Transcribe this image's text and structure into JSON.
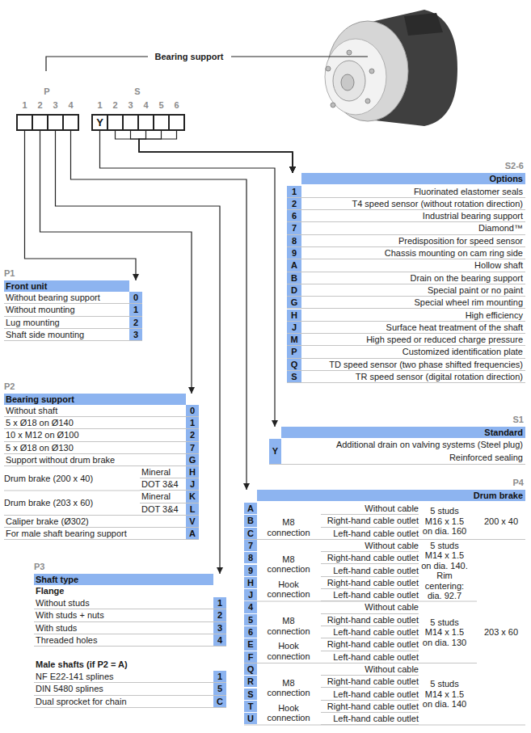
{
  "diagram": {
    "nodes": [
      {
        "text": [
          "1"
        ]
      },
      {
        "text": [
          "2"
        ]
      },
      {
        "text": [
          "3"
        ]
      },
      {
        "text": [
          "4"
        ]
      },
      {
        "text": [
          "1",
          "Y"
        ]
      },
      {
        "text": [
          "2"
        ]
      },
      {
        "text": [
          "3"
        ]
      },
      {
        "text": [
          "4"
        ]
      },
      {
        "text": [
          "5"
        ]
      },
      {
        "text": [
          "6"
        ]
      },
      {
        "text": [
          "S2-6",
          "Options"
        ]
      },
      {
        "text": [
          "1",
          "Fluorinated elastomer seals"
        ],
        "in": 10
      },
      {
        "text": [
          "2",
          "T4 speed sensor (without rotation direction)"
        ],
        "in": 10
      },
      {
        "text": [
          "6",
          "Industrial bearing support"
        ],
        "in": 10
      },
      {
        "text": [
          "7",
          "Diamond™"
        ],
        "in": 10
      },
      {
        "text": [
          "8",
          "Predisposition for speed sensor"
        ],
        "in": 10
      },
      {
        "text": [
          "9",
          "Chassis mounting on cam ring side"
        ],
        "in": 10
      },
      {
        "text": [
          "A",
          "Hollow shaft"
        ],
        "in": 10
      },
      {
        "text": [
          "B",
          "Drain on the bearing support"
        ],
        "in": 10
      },
      {
        "text": [
          "D",
          "Special paint or no paint"
        ],
        "in": 10
      },
      {
        "text": [
          "G",
          "Special wheel rim mounting"
        ],
        "in": 10
      },
      {
        "text": [
          "H",
          "High efficiency"
        ],
        "in": 10
      },
      {
        "text": [
          "J",
          "Surface heat treatment of the shaft"
        ],
        "in": 10
      },
      {
        "text": [
          "M",
          "High speed or reduced charge pressure"
        ],
        "in": 10
      },
      {
        "text": [
          "P",
          "Customized identification plate"
        ],
        "in": 10
      },
      {
        "text": [
          "Q",
          "TD speed sensor (two phase shifted frequencies)"
        ],
        "in": 10
      },
      {
        "text": [
          "S",
          "TR speed sensor (digital rotation direction)"
        ],
        "in": 10
      },
      {
        "text": [
          "P1",
          "Front unit"
        ]
      },
      {
        "text": [
          "Without bearing support",
          "0"
        ],
        "in": 27
      },
      {
        "text": [
          "Without mounting",
          "1"
        ],
        "in": 27
      },
      {
        "text": [
          "Lug mounting",
          "2"
        ],
        "in": 27
      },
      {
        "text": [
          "Shaft side mounting",
          "3"
        ],
        "in": 27
      },
      {
        "text": [
          "P2",
          "Bearing support"
        ]
      },
      {
        "text": [
          "Without shaft",
          "0"
        ],
        "in": 32
      },
      {
        "text": [
          "5 x Ø18 on Ø140",
          "1"
        ],
        "in": 32
      },
      {
        "text": [
          "10 x M12 on Ø100",
          "2"
        ],
        "in": 32
      },
      {
        "text": [
          "5 x Ø18 on Ø130",
          "7"
        ],
        "in": 32
      },
      {
        "text": [
          "Support without drum brake",
          "G"
        ],
        "in": 32
      },
      {
        "text": [
          "Mineral",
          "H"
        ],
        "in": 32
      },
      {
        "text": [
          "DOT 3&4",
          "J"
        ],
        "in": 32
      },
      {
        "text": [
          "Mineral",
          "K"
        ],
        "in": 32
      },
      {
        "text": [
          "DOT 3&4",
          "L"
        ],
        "in": 32
      },
      {
        "text": [
          "Caliper brake (Ø302)",
          "V"
        ],
        "in": 32
      },
      {
        "text": [
          "For male shaft bearing support",
          "A"
        ],
        "in": 32
      },
      {
        "text": [
          "S1",
          "Standard"
        ]
      },
      {
        "text": [
          "Y",
          "Additional drain on valving systems (Steel plug)",
          "Reinforced sealing"
        ],
        "in": 44
      },
      {
        "text": [
          "P4",
          "Drum brake"
        ]
      },
      {
        "text": [
          "A",
          "Without cable"
        ],
        "in": 46
      },
      {
        "text": [
          "B",
          "Right-hand cable outlet"
        ],
        "in": 46
      },
      {
        "text": [
          "C",
          "Left-hand cable outlet"
        ],
        "in": 46
      },
      {
        "text": [
          "7",
          "Without cable"
        ],
        "in": 46
      },
      {
        "text": [
          "8",
          "Right-hand cable outlet"
        ],
        "in": 46
      },
      {
        "text": [
          "9",
          "Left-hand cable outlet"
        ],
        "in": 46
      },
      {
        "text": [
          "H",
          "Right-hand cable outlet"
        ],
        "in": 46
      },
      {
        "text": [
          "J",
          "Left-hand cable outlet"
        ],
        "in": 46
      },
      {
        "text": [
          "4",
          "Without cable"
        ],
        "in": 46
      },
      {
        "text": [
          "5",
          "Right-hand cable outlet"
        ],
        "in": 46
      },
      {
        "text": [
          "6",
          "Left-hand cable outlet"
        ],
        "in": 46
      },
      {
        "text": [
          "E",
          "Right-hand cable outlet"
        ],
        "in": 46
      },
      {
        "text": [
          "F",
          "Left-hand cable outlet"
        ],
        "in": 46
      },
      {
        "text": [
          "Q",
          "Without cable"
        ],
        "in": 46
      },
      {
        "text": [
          "R",
          "Right-hand cable outlet"
        ],
        "in": 46
      },
      {
        "text": [
          "S",
          "Left-hand cable outlet"
        ],
        "in": 46
      },
      {
        "text": [
          "T",
          "Right-hand cable outlet"
        ],
        "in": 46
      },
      {
        "text": [
          "U",
          "Left-hand cable outlet"
        ],
        "in": 46
      },
      {
        "text": [
          "P3",
          "Shaft type"
        ]
      },
      {
        "text": [
          "Without studs",
          "1"
        ],
        "in": 65
      },
      {
        "text": [
          "With studs + nuts",
          "2"
        ],
        "in": 65
      },
      {
        "text": [
          "With studs",
          "3"
        ],
        "in": 65
      },
      {
        "text": [
          "Threaded holes",
          "4"
        ],
        "in": 65
      },
      {
        "text": [
          "NF E22-141 splines",
          "1"
        ],
        "in": 65
      },
      {
        "text": [
          "DIN 5480 splines",
          "5"
        ],
        "in": 65
      },
      {
        "text": [
          "Dual sprocket for chain",
          "C"
        ],
        "in": 65
      }
    ],
    "edges": [
      {
        "from": 0,
        "to": 27,
        "arrow": "to"
      },
      {
        "from": 1,
        "to": 32,
        "arrow": "to"
      },
      {
        "from": 2,
        "to": 65,
        "arrow": "to"
      },
      {
        "from": 3,
        "to": 46,
        "arrow": "to"
      },
      {
        "from": 4,
        "to": 44,
        "arrow": "to"
      },
      {
        "from": 5,
        "to": 10,
        "arrow": "to"
      },
      {
        "from": 6,
        "to": 10,
        "arrow": "to"
      },
      {
        "from": 7,
        "to": 10,
        "arrow": "to"
      },
      {
        "from": 8,
        "to": 10,
        "arrow": "to"
      },
      {
        "from": 9,
        "to": 10,
        "arrow": "to"
      }
    ],
    "labels": [
      "Bearing support",
      "P",
      "S",
      "Drum brake (200 x 40)",
      "Drum brake (203 x 60)",
      "Flange",
      "Male shafts (if P2 = A)",
      "M8 connection",
      "5 studs M16 x 1.5 on dia. 160",
      "200 x 40",
      "M8 connection",
      "Hook connection",
      "5 studs M14 x 1.5 on dia. 140. Rim centering: dia. 92.7",
      "M8 connection",
      "Hook connection",
      "5 studs M14 x 1.5 on dia. 130",
      "203 x 60",
      "M8 connection",
      "Hook connection",
      "5 studs M14 x 1.5 on dia. 140"
    ]
  }
}
